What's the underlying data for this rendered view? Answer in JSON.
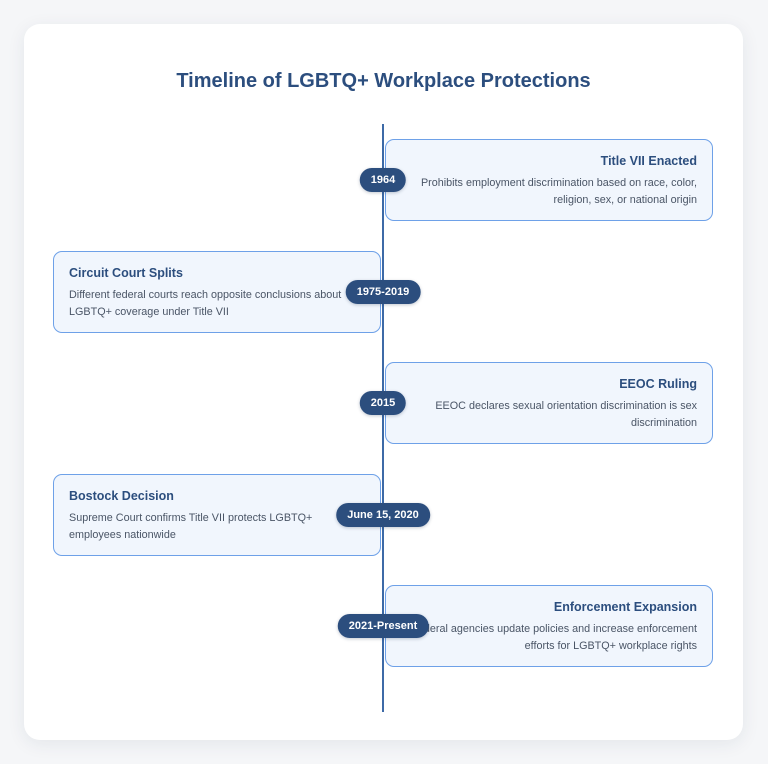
{
  "diagram": {
    "title": "Timeline of LGBTQ+ Workplace Protections",
    "events": [
      {
        "date": "1964",
        "title": "Title VII Enacted",
        "description": "Prohibits employment discrimination based on race, color, religion, sex, or national origin",
        "side": "right"
      },
      {
        "date": "1975-2019",
        "title": "Circuit Court Splits",
        "description": "Different federal courts reach opposite conclusions about LGBTQ+ coverage under Title VII",
        "side": "left"
      },
      {
        "date": "2015",
        "title": "EEOC Ruling",
        "description": "EEOC declares sexual orientation discrimination is sex discrimination",
        "side": "right"
      },
      {
        "date": "June 15, 2020",
        "title": "Bostock Decision",
        "description": "Supreme Court confirms Title VII protects LGBTQ+ employees nationwide",
        "side": "left"
      },
      {
        "date": "2021-Present",
        "title": "Enforcement Expansion",
        "description": "Federal agencies update policies and increase enforcement efforts for LGBTQ+ workplace rights",
        "side": "right"
      }
    ]
  },
  "colors": {
    "accent": "#2c4e7e",
    "card_border": "#6ea1e8",
    "card_fill": "#f1f6fd",
    "axis": "#3d6aa7"
  }
}
